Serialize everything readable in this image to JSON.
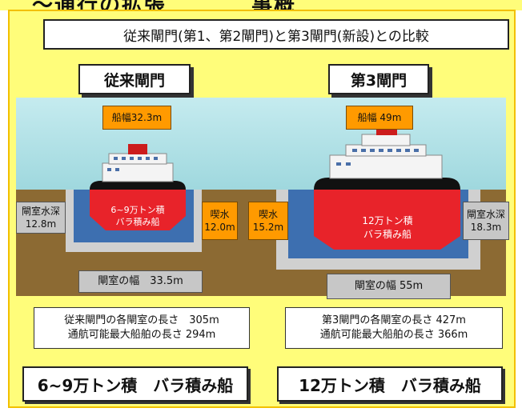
{
  "header": {
    "cut_title": "〜通行の拡張　 　　 事概",
    "title": "従来閘門(第1、第2閘門)と第3閘門(新設)との比較"
  },
  "left": {
    "label": "従来閘門",
    "beam": "船幅32.3m",
    "ship_text": [
      "6~9万トン積",
      "バラ積み船"
    ],
    "depth": [
      "閘室水深",
      "12.8m"
    ],
    "draft": [
      "喫水",
      "12.0m"
    ],
    "width": "閘室の幅　33.5m",
    "info": [
      "従来閘門の各閘室の長さ　305m",
      "通航可能最大船舶の長さ 294m"
    ],
    "bottom": "6~9万トン積　バラ積み船"
  },
  "right": {
    "label": "第3閘門",
    "beam": "船幅 49m",
    "ship_text": [
      "12万トン積",
      "バラ積み船"
    ],
    "depth": [
      "閘室水深",
      "18.3m"
    ],
    "draft": [
      "喫水",
      "15.2m"
    ],
    "width": "閘室の幅 55m",
    "info": [
      "第3閘門の各閘室の長さ 427m",
      "通航可能最大船舶の長さ 366m"
    ],
    "bottom": "12万トン積　バラ積み船"
  },
  "colors": {
    "background": "#fffd7a",
    "sky": "#bfe9ee",
    "ground": "#8c6a33",
    "lock_concrete": "#d0d0d0",
    "lock_water": "#3d6fb0",
    "hull_red": "#e8232a",
    "orange_label": "#ff9a00"
  }
}
